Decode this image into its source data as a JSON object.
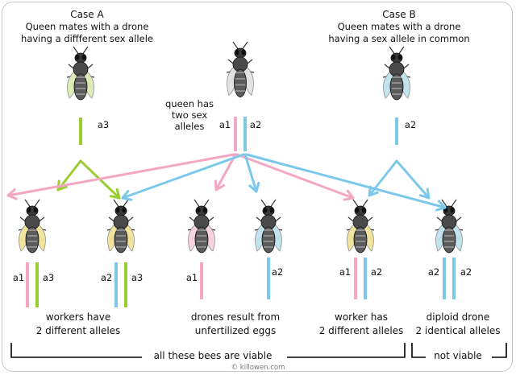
{
  "colors": {
    "green": "#9ACD32",
    "pink": "#F4A7C3",
    "blue": "#7CC8EA",
    "black": "#000000",
    "wing_green": "#DDEBB5",
    "wing_pink": "#F6D2DF",
    "wing_blue": "#BFE3EF",
    "wing_yellow": "#F1E39A"
  },
  "caseA": {
    "title": "Case A",
    "line1": "Queen mates with a drone",
    "line2": "having a diffferent sex allele",
    "drone_allele": "a3"
  },
  "caseB": {
    "title": "Case B",
    "line1": "Queen mates with a drone",
    "line2": "having a sex allele in common",
    "drone_allele": "a2"
  },
  "queen": {
    "label_line1": "queen has",
    "label_line2": "two sex",
    "label_line3": "alleles",
    "allele_left": "a1",
    "allele_right": "a2"
  },
  "offspring": [
    {
      "alleles": [
        "a1",
        "a3"
      ],
      "wing": "wing_yellow"
    },
    {
      "alleles": [
        "a2",
        "a3"
      ],
      "wing": "wing_yellow"
    },
    {
      "alleles": [
        "a1"
      ],
      "wing": "wing_pink"
    },
    {
      "alleles": [
        "a2"
      ],
      "wing": "wing_blue"
    },
    {
      "alleles": [
        "a1",
        "a2"
      ],
      "wing": "wing_yellow"
    },
    {
      "alleles": [
        "a2",
        "a2"
      ],
      "wing": "wing_blue"
    }
  ],
  "captions": {
    "workers_line1": "workers have",
    "workers_line2": "2 different alleles",
    "drones_line1": "drones result from",
    "drones_line2": "unfertilized eggs",
    "worker_line1": "worker has",
    "worker_line2": "2 different alleles",
    "diploid_line1": "diploid drone",
    "diploid_line2": "2 identical alleles"
  },
  "brackets": {
    "viable": "all these bees are viable",
    "not_viable": "not viable"
  },
  "credit": "© killowen.com"
}
